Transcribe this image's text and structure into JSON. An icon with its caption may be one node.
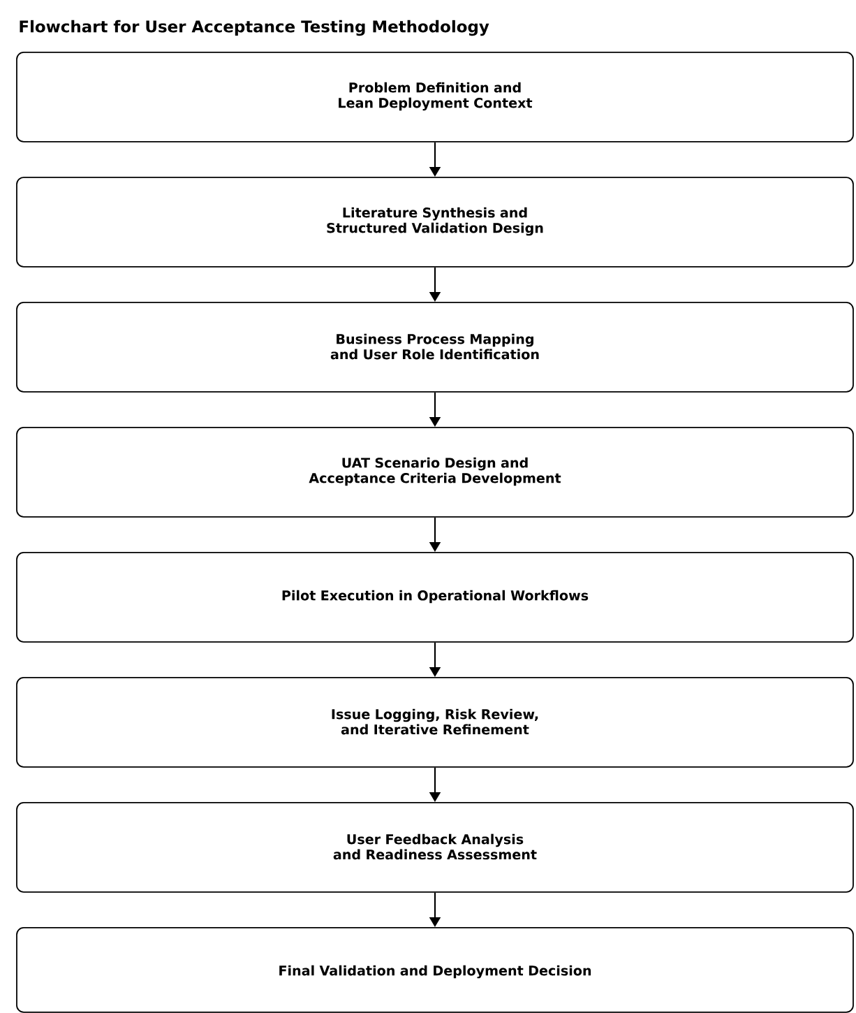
{
  "diagram": {
    "title": "Flowchart for User Acceptance Testing Methodology",
    "nodes": [
      {
        "text": [
          "Problem Definition and Lean Deployment Context"
        ]
      },
      {
        "text": [
          "Literature Synthesis and Structured Validation Design"
        ]
      },
      {
        "text": [
          "Business Process Mapping and User Role Identification"
        ]
      },
      {
        "text": [
          "UAT Scenario Design and Acceptance Criteria Development"
        ]
      },
      {
        "text": [
          "Pilot Execution in Operational Workflows"
        ]
      },
      {
        "text": [
          "Issue Logging, Risk Review, and Iterative Refinement"
        ]
      },
      {
        "text": [
          "User Feedback Analysis and Readiness Assessment"
        ]
      },
      {
        "text": [
          "Final Validation and Deployment Decision"
        ]
      }
    ],
    "edges": [
      {
        "from": 0,
        "to": 1,
        "arrow": "to"
      },
      {
        "from": 1,
        "to": 2,
        "arrow": "to"
      },
      {
        "from": 2,
        "to": 3,
        "arrow": "to"
      },
      {
        "from": 3,
        "to": 4,
        "arrow": "to"
      },
      {
        "from": 4,
        "to": 5,
        "arrow": "to"
      },
      {
        "from": 5,
        "to": 6,
        "arrow": "to"
      },
      {
        "from": 6,
        "to": 7,
        "arrow": "to"
      }
    ]
  }
}
